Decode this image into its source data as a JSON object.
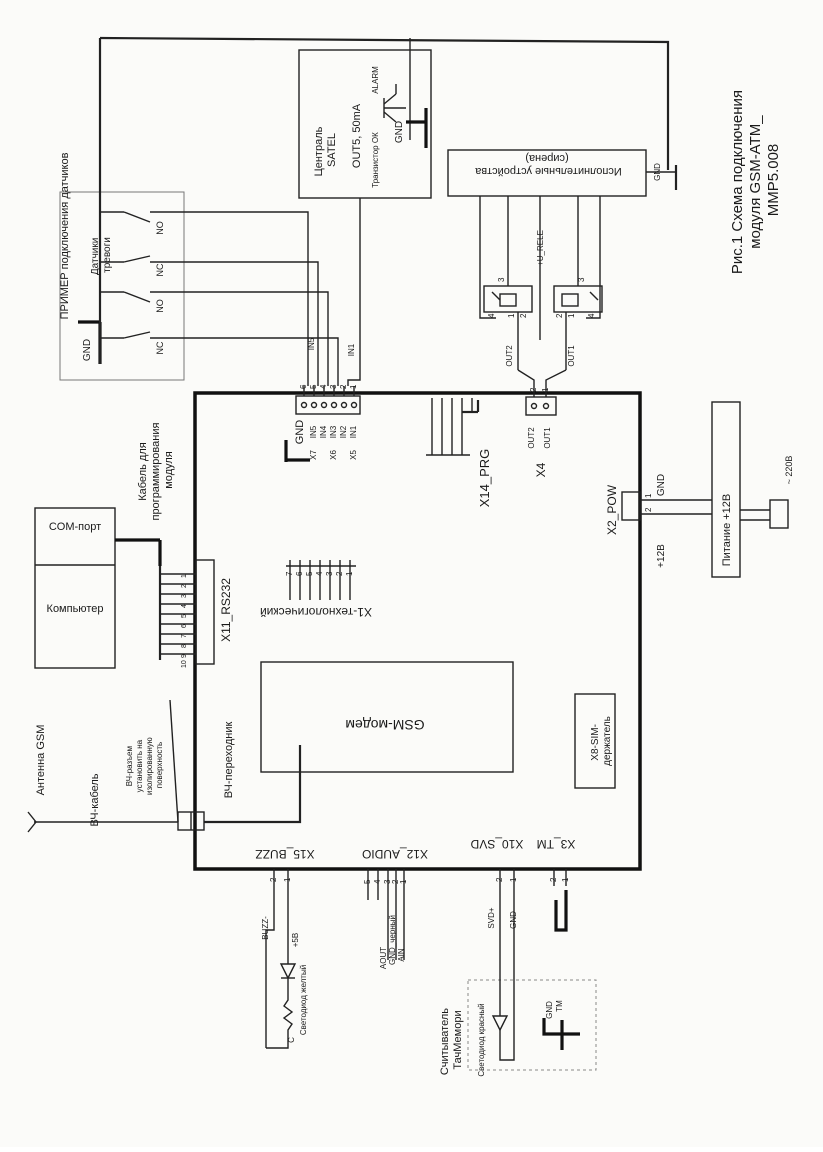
{
  "diagram": {
    "figure_caption": [
      "Рис.1 Схема подключения",
      "модуля GSM-ATM_",
      "MMP5.008"
    ],
    "sensor_example": {
      "title": "ПРИМЕР подключения датчиков",
      "sensors_label": [
        "Датчики",
        "тревоги"
      ],
      "gnd": "GND",
      "contacts": [
        "NO",
        "NC",
        "NO",
        "NC"
      ]
    },
    "central": {
      "title": [
        "Централь",
        "SATEL"
      ],
      "output": "OUT5, 50mA",
      "transistor": "Транзистор ОК",
      "alarm": "ALARM",
      "gnd": "GND"
    },
    "executive": {
      "title": [
        "Исполнительные устройства",
        "(сирена)"
      ],
      "gnd": "GND",
      "u_rele": "+U_RELE"
    },
    "relays": {
      "pins": [
        "4",
        "3",
        "2",
        "1"
      ],
      "out2": "OUT2",
      "out1": "OUT1"
    },
    "module": {
      "gnd": "GND",
      "x5_pins": [
        "6",
        "5",
        "4",
        "3",
        "2",
        "1"
      ],
      "x5_signals": [
        "IN5",
        "IN4",
        "IN3",
        "IN2",
        "IN1"
      ],
      "x5_connectors": [
        "X7",
        "X6",
        "X5"
      ],
      "in5": "IN5",
      "in1": "IN1",
      "x14": "X14_PRG",
      "x4": "X4",
      "x4_pins": [
        "2",
        "1"
      ],
      "x4_outs": [
        "OUT2",
        "OUT1"
      ],
      "x2": "X2_POW",
      "x2_pins": [
        "1",
        "2"
      ],
      "x1": "X1-технологический",
      "x1_pins": [
        "7",
        "6",
        "5",
        "4",
        "3",
        "2",
        "1"
      ],
      "x11": "X11_RS232",
      "x11_pins": [
        "1",
        "2",
        "3",
        "4",
        "5",
        "6",
        "7",
        "8",
        "9",
        "10"
      ],
      "gsm": "GSM-модем",
      "sim": [
        "X8-SIM-",
        "держатель"
      ],
      "x15": "X15_BUZZ",
      "x12": "X12_AUDIO",
      "x10": "X10_SVD",
      "x3": "X3_TM"
    },
    "power": {
      "gnd": "GND",
      "plus12": "+12B",
      "label": "Питание +12В",
      "mains": "~ 220В"
    },
    "computer": {
      "com": "COM-порт",
      "pc": "Компьютер",
      "cable": [
        "Кабель для",
        "программирования",
        "модуля"
      ]
    },
    "antenna": {
      "label": "Антенна GSM",
      "rf_cable": "ВЧ-кабель",
      "rf_note": [
        "ВЧ-разъем",
        "установить на",
        "изолированную",
        "поверхность"
      ],
      "adapter": "ВЧ-переходник"
    },
    "buzzer": {
      "pins": [
        "2",
        "1"
      ],
      "buzz": "BUZZ-",
      "plus5": "+5В",
      "led": "Светодиод желтый",
      "r": "C"
    },
    "audio": {
      "pins": [
        "5",
        "4",
        "3",
        "2",
        "1"
      ],
      "aout": "AOUT",
      "gnd": "GND_черный",
      "ain": "AIN"
    },
    "reader": {
      "pins": [
        "2",
        "1"
      ],
      "svd": "SVD+",
      "gnd": "GND",
      "led": "Светодиод красный",
      "label": [
        "Считыватель",
        "ТачМемори"
      ],
      "tm_gnd": "GND",
      "tm": "TM"
    }
  }
}
